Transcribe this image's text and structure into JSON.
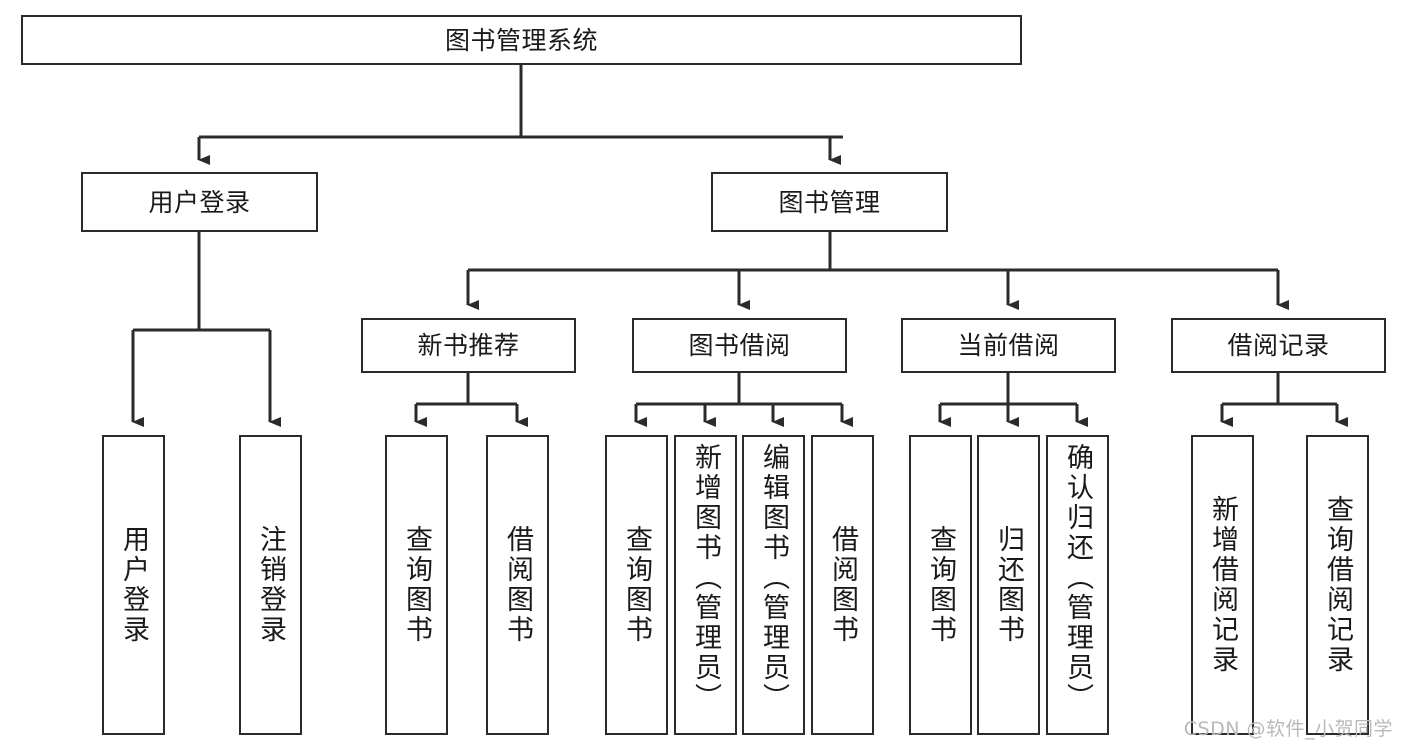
{
  "diagram": {
    "title": "图书管理系统",
    "type": "tree-structure-chart",
    "root": {
      "label": "图书管理系统"
    },
    "level2": [
      {
        "label": "用户登录"
      },
      {
        "label": "图书管理"
      }
    ],
    "level3": [
      {
        "label": "新书推荐"
      },
      {
        "label": "图书借阅"
      },
      {
        "label": "当前借阅"
      },
      {
        "label": "借阅记录"
      }
    ],
    "leaves": {
      "user_login": [
        {
          "label": "用户登录"
        },
        {
          "label": "注销登录"
        }
      ],
      "new_book_recommend": [
        {
          "label": "查询图书"
        },
        {
          "label": "借阅图书"
        }
      ],
      "book_borrow": [
        {
          "label": "查询图书"
        },
        {
          "label": "新增图书（管理员）"
        },
        {
          "label": "编辑图书（管理员）"
        },
        {
          "label": "借阅图书"
        }
      ],
      "current_borrow": [
        {
          "label": "查询图书"
        },
        {
          "label": "归还图书"
        },
        {
          "label": "确认归还（管理员）"
        }
      ],
      "borrow_record": [
        {
          "label": "新增借阅记录"
        },
        {
          "label": "查询借阅记录"
        }
      ]
    }
  },
  "watermark": {
    "text": "CSDN @软件_小贺同学"
  },
  "colors": {
    "border": "#2b2b2b",
    "background": "#ffffff",
    "text": "#1a1a1a",
    "watermark": "#b9b9b9"
  }
}
